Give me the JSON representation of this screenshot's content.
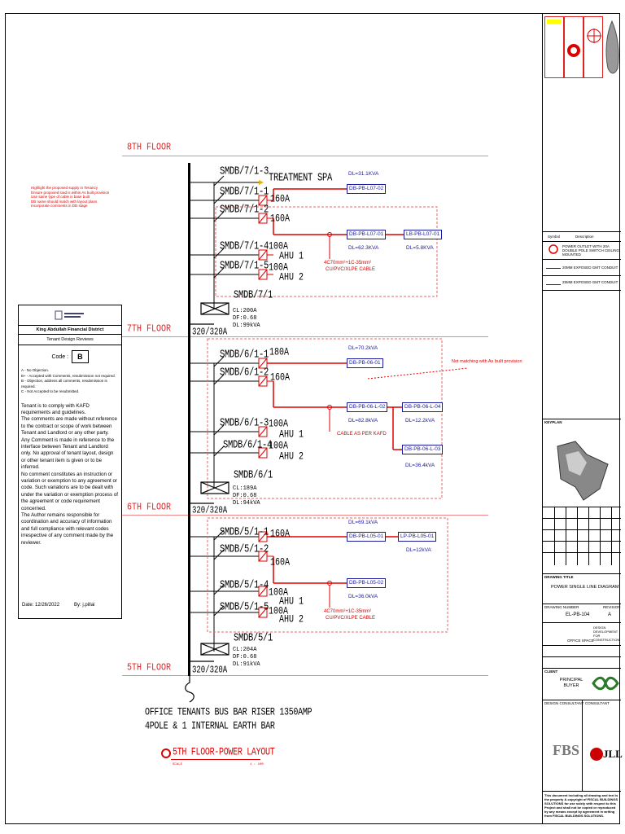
{
  "floors": {
    "f8": "8TH FLOOR",
    "f7": "7TH FLOOR",
    "f6": "6TH FLOOR",
    "f5": "5TH FLOOR"
  },
  "floor7": {
    "circuits": [
      "SMDB/7/1-3",
      "SMDB/7/1-1",
      "SMDB/7/1-2",
      "SMDB/7/1-4",
      "SMDB/7/1-5"
    ],
    "loads": {
      "spa": "TREATMENT SPA",
      "ahu1": "AHU 1",
      "ahu2": "AHU 2"
    },
    "amps": {
      "c1": "160A",
      "c2": "160A",
      "c4": "100A",
      "c5": "100A"
    },
    "db": {
      "pb02": "DB-PB-L07-02",
      "pb01": "DB-PB-L07-01",
      "lb01": "LB-PB-L07-01"
    },
    "dl": {
      "spa": "DL=31.1KVA",
      "pb01": "DL=62.3KVA",
      "lb01": "DL=5.8KVA"
    },
    "cable": [
      "4C70mm²+1C-35mm²",
      "CU/PVC/XLPE CABLE"
    ],
    "smdb": {
      "name": "SMDB/7/1",
      "cl": "CL:200A",
      "df": "DF:0.68",
      "dl": "DL:99kVA",
      "rating": "320/320A"
    }
  },
  "floor6": {
    "circuits": [
      "SMDB/6/1-1",
      "SMDB/6/1-2",
      "SMDB/6/1-3",
      "SMDB/6/1-4"
    ],
    "loads": {
      "ahu1": "AHU 1",
      "ahu2": "AHU 2"
    },
    "amps": {
      "c1": "180A",
      "c2": "160A",
      "c3": "100A",
      "c4": "100A"
    },
    "db": {
      "pb01": "DB-PB-06-01",
      "l02": "DB-PB-06-L-02",
      "l04": "DB-PB-06-L-04",
      "l03": "DB-PB-06-L-03"
    },
    "dl": {
      "pb01": "DL=70.2kVA",
      "l02": "DL=82.8kVA",
      "l04": "DL=12.2kVA",
      "l03": "DL=36.4kVA"
    },
    "cable": "CABLE AS PER KAFD",
    "note": "Not matching with As built provision",
    "smdb": {
      "name": "SMDB/6/1",
      "cl": "CL:189A",
      "df": "DF:0.68",
      "dl": "DL:94kVA",
      "rating": "320/320A"
    }
  },
  "floor5": {
    "circuits": [
      "SMDB/5/1-1",
      "SMDB/5/1-2",
      "SMDB/5/1-4",
      "SMDB/5/1-5"
    ],
    "loads": {
      "ahu1": "AHU 1",
      "ahu2": "AHU 2"
    },
    "amps": {
      "c1": "160A",
      "c2": "160A",
      "c4": "100A",
      "c5": "100A"
    },
    "db": {
      "l01": "DB-PB-L05-01",
      "lp01": "LP-PB-L05-01",
      "l02": "DB-PB-L05-02"
    },
    "dl": {
      "l01": "DL=69.1kVA",
      "lp01": "DL=12kVA",
      "l02": "DL=36.0kVA"
    },
    "cable": [
      "4C70mm²+1C-35mm²",
      "CU/PVC/XLPE CABLE"
    ],
    "smdb": {
      "name": "SMDB/5/1",
      "cl": "CL:204A",
      "df": "DF:0.68",
      "dl": "DL:91kVA",
      "rating": "320/320A"
    }
  },
  "riser": {
    "line1": "OFFICE TENANTS BUS BAR RISER 1350AMP",
    "line2": "4POLE & 1 INTERNAL EARTH BAR"
  },
  "layout_title": {
    "text": "5TH FLOOR-POWER LAYOUT",
    "scale_left": "SCALE",
    "scale_right": "1 : 100"
  },
  "highlight_note": [
    "Highlight the proposed supply in Tenancy",
    "Ensure proposed load is within As built provision",
    "Use same type of cable is base built",
    "DB name should match with layout plans",
    "Incorporate comments in DD stage"
  ],
  "stamp": {
    "org": "King Abdullah Financial District",
    "section": "Tenant Design Reviews",
    "code_label": "Code :",
    "code_value": "B",
    "legend": [
      "A  -  No Objection.",
      "B+  -  Accepted with Comments, resubmission not required.",
      "B  -  Objection, address all comments, resubmission is required.",
      "C  -  Not Accepted to be resubmitted."
    ],
    "body": [
      "Tenant is to comply with KAFD requirements and guidelines.",
      "The comments are made without reference to the contract or scope of work between Tenant and Landlord or any other party.",
      "Any Comment is made in reference to the interface between Tenant and Landlord only. No approval of tenant layout, design or other tenant item is given or to be inferred.",
      "No comment constitutes an instruction or variation or exemption to any agreement or code. Such variations are to be dealt with under the variation or exemption process of the agreement or code requirement concerned.",
      "The Author remains responsible for coordination and accuracy of information and full compliance with relevant codes irrespective of any comment made by the reviewer."
    ],
    "date": "Date: 12/26/2022",
    "by": "By: j.pillai"
  },
  "titleblock": {
    "legend_hdr_symbol": "Symbol",
    "legend_hdr_desc": "Description",
    "legend_items": [
      "POWER OUTLET WITH 20A DOUBLE POLE SWITCH CEILING MOUNTED",
      "20MM EXPOSED GMT CONDUIT",
      "25MM EXPOSED GMT CONDUIT"
    ],
    "keyplan": "KEYPLAN",
    "drawing_title_label": "DRAWING TITLE",
    "drawing_title": "POWER SINGLE LINE DIAGRAM",
    "drawing_number_label": "DRAWING NUMBER",
    "revision_label": "REVISION",
    "drawing_number": "EL-PB-104",
    "revision": "A",
    "issue": "DESIGN DEVELOPMENT FOR CONSTRUCTION",
    "office_space": "OFFICE SPACE",
    "client_label": "CLIENT",
    "client": "PRINCIPAL BUYER",
    "consultant_label": "DESIGN CONSULTANT",
    "consultant2_label": "CONSULTANT",
    "fbs": "FBS",
    "jll": "JLL",
    "disclaimer": "This document including all drawing and text is the property & copyright of FISCAL BUILDINGS SOLUTIONS for use solely with respect to this Project and shall not be copied or reproduced by any means except by agreement in writing from FISCAL BUILDINGS SOLUTIONS."
  },
  "colors": {
    "red": "#dd0000",
    "blue": "#1a1aa0",
    "floor": "#e88888",
    "highlight": "#ffff00"
  }
}
